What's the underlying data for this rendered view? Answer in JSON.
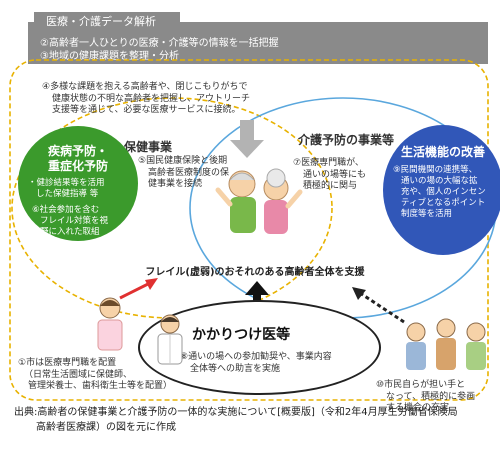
{
  "header": {
    "tab": "医療・介護データ解析",
    "line1": "②高齢者一人ひとりの医療・介護等の情報を一括把握",
    "line2": "③地域の健康課題を整理・分析"
  },
  "note4": [
    "④多様な課題を抱える高齢者や、閉じこもりがちで",
    "健康状態の不明な高齢者を把握し、アウトリーチ",
    "支援等を通じて、必要な医療サービスに接続。"
  ],
  "hoken": {
    "title": "保健事業",
    "note5": [
      "⑤国民健康保険と後期",
      "高齢者医療制度の保",
      "健事業を接続"
    ]
  },
  "kaigo": {
    "title": "介護予防の事業等",
    "note7": [
      "⑦医療専門職が、",
      "通いの場等にも",
      "積極的に関与"
    ]
  },
  "green": {
    "title1": "疾病予防・",
    "title2": "重症化予防",
    "body1": [
      "・健診結果等を活用",
      "した保健指導 等"
    ],
    "body2": [
      "⑥社会参加を含む",
      "フレイル対策を視",
      "野に入れた取組"
    ]
  },
  "blue": {
    "title": "生活機能の改善",
    "body": [
      "⑨民間機関の連携等、",
      "通いの場の大幅な拡",
      "充や、個人のインセン",
      "ティブとなるポイント",
      "制度等を活用"
    ]
  },
  "frail": "フレイル(虚弱)のおそれのある高齢者全体を支援",
  "kakaritsuke": {
    "title": "かかりつけ医等",
    "note8": [
      "⑧通いの場への参加勧奨や、事業内容",
      "全体等への助言を実施"
    ]
  },
  "note1": [
    "①市は医療専門職を配置",
    "（日常生活圏域に保健師、",
    "管理栄養士、歯科衛生士等を配置）"
  ],
  "note10": [
    "⑩市民自らが担い手と",
    "なって、積極的に参画",
    "する機会の充実"
  ],
  "source": [
    "出典:高齢者の保健事業と介護予防の一体的な実施について[概要版]（令和2年4月厚生労働省保険局",
    "高齢者医療課）の図を元に作成"
  ],
  "colors": {
    "header": "#8a8a8a",
    "green": "#3b9a2c",
    "blue": "#3157b8",
    "left_ring": "#e8b200",
    "right_ring": "#5aa7dd",
    "red_arrow": "#e03030"
  }
}
